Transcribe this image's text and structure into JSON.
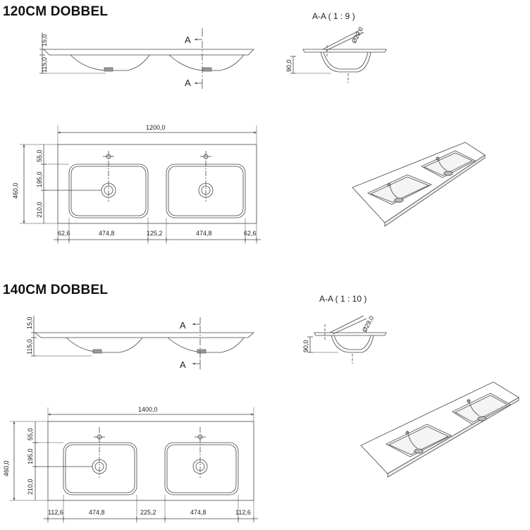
{
  "drawings": [
    {
      "title": "120CM DOBBEL",
      "section_title": "A-A ( 1 : 9 )",
      "section_height": "90,0",
      "section_diameter": "Ø29,0",
      "section_marker": "A",
      "side": {
        "top": "15,0",
        "bottom": "115,0"
      },
      "plan": {
        "width": "1200,0",
        "depth": "460,0",
        "vertical": [
          "55,0",
          "195,0",
          "210,0"
        ],
        "horizontal": [
          "62,6",
          "474,8",
          "125,2",
          "474,8",
          "62,6"
        ]
      }
    },
    {
      "title": "140CM DOBBEL",
      "section_title": "A-A ( 1 : 10 )",
      "section_height": "90,0",
      "section_diameter": "Ø29,0",
      "section_marker": "A",
      "side": {
        "top": "15,0",
        "bottom": "115,0"
      },
      "plan": {
        "width": "1400,0",
        "depth": "460,0",
        "vertical": [
          "55,0",
          "195,0",
          "210,0"
        ],
        "horizontal": [
          "112,6",
          "474,8",
          "225,2",
          "474,8",
          "112,6"
        ]
      }
    }
  ]
}
